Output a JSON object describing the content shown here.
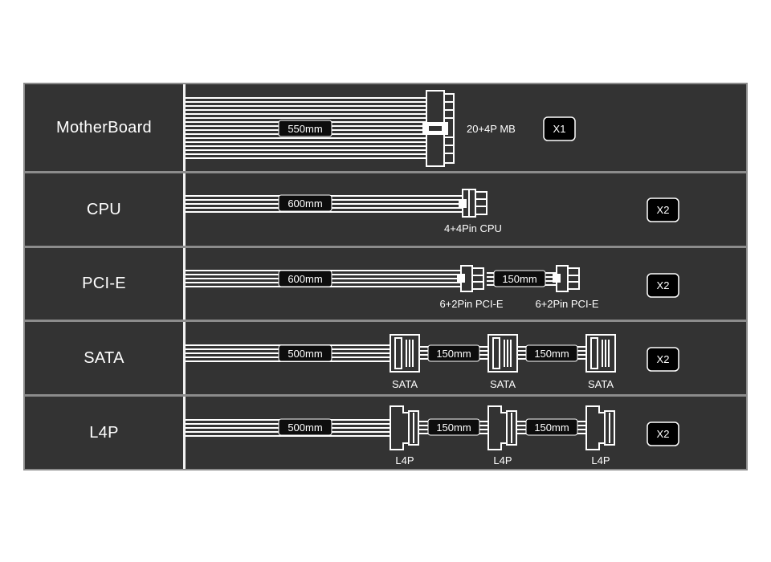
{
  "rows": [
    {
      "id": "motherboard",
      "label": "MotherBoard",
      "cable_length": "550mm",
      "connectors": [
        {
          "label": "20+4P MB"
        }
      ],
      "quantity": "X1"
    },
    {
      "id": "cpu",
      "label": "CPU",
      "cable_length": "600mm",
      "connectors": [
        {
          "label": "4+4Pin CPU"
        }
      ],
      "quantity": "X2"
    },
    {
      "id": "pcie",
      "label": "PCI-E",
      "cable_length": "600mm",
      "segment_lengths": [
        "150mm"
      ],
      "connectors": [
        {
          "label": "6+2Pin PCI-E"
        },
        {
          "label": "6+2Pin PCI-E"
        }
      ],
      "quantity": "X2"
    },
    {
      "id": "sata",
      "label": "SATA",
      "cable_length": "500mm",
      "segment_lengths": [
        "150mm",
        "150mm"
      ],
      "connectors": [
        {
          "label": "SATA"
        },
        {
          "label": "SATA"
        },
        {
          "label": "SATA"
        }
      ],
      "quantity": "X2"
    },
    {
      "id": "l4p",
      "label": "L4P",
      "cable_length": "500mm",
      "segment_lengths": [
        "150mm",
        "150mm"
      ],
      "connectors": [
        {
          "label": "L4P"
        },
        {
          "label": "L4P"
        },
        {
          "label": "L4P"
        }
      ],
      "quantity": "X2"
    }
  ],
  "colors": {
    "cell_background": "#333333",
    "grid_line": "#8c8c8c",
    "separator": "#f2f2f2",
    "wire": "#ffffff",
    "text": "#ffffff",
    "length_pill": "#0d0d0d",
    "badge_fill": "#000000"
  }
}
